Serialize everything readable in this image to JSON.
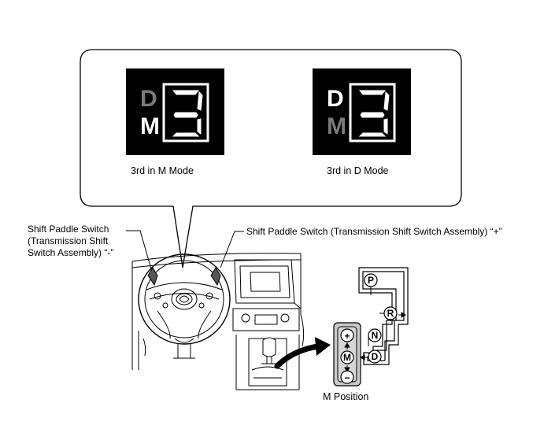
{
  "display_left": {
    "letters": [
      "D",
      "M"
    ],
    "active": "M",
    "gear": "3",
    "caption": "3rd in M Mode"
  },
  "display_right": {
    "letters": [
      "D",
      "M"
    ],
    "active": "D",
    "gear": "3",
    "caption": "3rd in D Mode"
  },
  "callouts": {
    "minus_paddle": [
      "Shift Paddle Switch",
      "(Transmission Shift",
      "Switch Assembly) “-”"
    ],
    "plus_paddle": "Shift Paddle Switch (Transmission Shift Switch Assembly) “+”"
  },
  "shift_gate": {
    "positions": [
      "P",
      "R",
      "N",
      "D",
      "M"
    ],
    "manual_symbols": [
      "+",
      "M",
      "−"
    ],
    "caption": "M Position"
  },
  "icons": [
    "steering-wheel-icon",
    "gear-shift-lever-icon",
    "pointer-arrow-icon"
  ],
  "colors": {
    "display_bg": "#000000",
    "active_segment": "#ffffff",
    "inactive_segment": "#7a7a7a",
    "line": "#000000"
  }
}
